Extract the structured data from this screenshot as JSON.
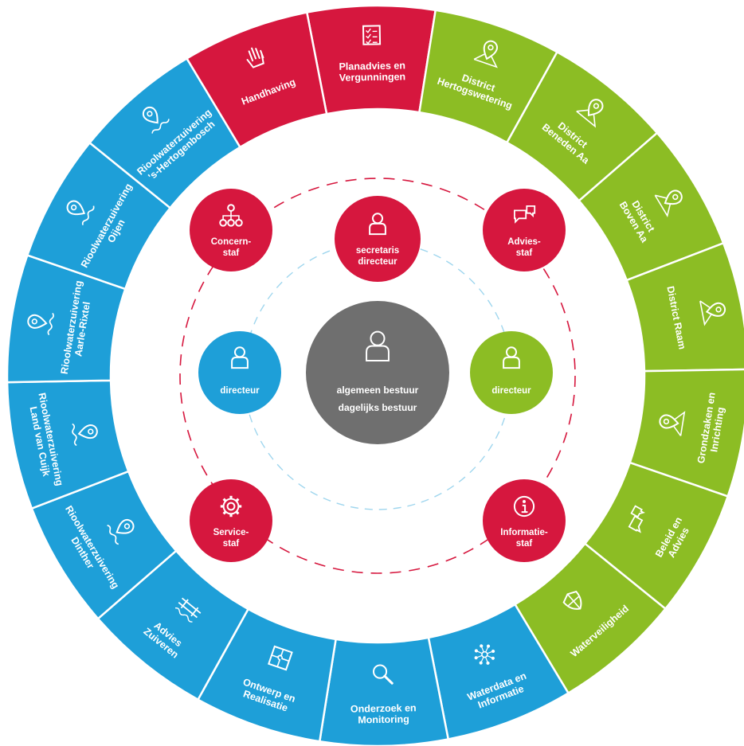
{
  "colors": {
    "red": "#d6173e",
    "blue": "#1e9fd8",
    "green": "#8cbd24",
    "grey": "#6f6f6f",
    "white": "#ffffff",
    "ring_dash_red": "#d6173e",
    "ring_dash_blue": "#9fd6ee"
  },
  "outer_ring": [
    {
      "id": "planadvies",
      "lines": [
        "Planadvies en",
        "Vergunningen"
      ],
      "color": "red",
      "icon": "checklist-icon"
    },
    {
      "id": "district-hertogswetering",
      "lines": [
        "District",
        "Hertogswetering"
      ],
      "color": "green",
      "icon": "map-pin-icon"
    },
    {
      "id": "district-beneden-aa",
      "lines": [
        "District",
        "Beneden Aa"
      ],
      "color": "green",
      "icon": "map-pin-icon"
    },
    {
      "id": "district-boven-aa",
      "lines": [
        "District",
        "Boven Aa"
      ],
      "color": "green",
      "icon": "map-pin-icon"
    },
    {
      "id": "district-raam",
      "lines": [
        "District Raam"
      ],
      "color": "green",
      "icon": "map-pin-icon"
    },
    {
      "id": "grondzaken",
      "lines": [
        "Grondzaken en",
        "Inrichting"
      ],
      "color": "green",
      "icon": "map-pin-icon"
    },
    {
      "id": "beleid",
      "lines": [
        "Beleid en",
        "Advies"
      ],
      "color": "green",
      "icon": "speech-bubbles-icon"
    },
    {
      "id": "waterveiligheid",
      "lines": [
        "Waterveiligheid"
      ],
      "color": "green",
      "icon": "shield-icon"
    },
    {
      "id": "waterdata",
      "lines": [
        "Waterdata en",
        "Informatie"
      ],
      "color": "blue",
      "icon": "network-icon"
    },
    {
      "id": "onderzoek",
      "lines": [
        "Onderzoek en",
        "Monitoring"
      ],
      "color": "blue",
      "icon": "magnifier-icon"
    },
    {
      "id": "ontwerp",
      "lines": [
        "Ontwerp en",
        "Realisatie"
      ],
      "color": "blue",
      "icon": "puzzle-icon"
    },
    {
      "id": "advies-zuiveren",
      "lines": [
        "Advies",
        "Zuiveren"
      ],
      "color": "blue",
      "icon": "pipe-icon"
    },
    {
      "id": "rwzi-dinther",
      "lines": [
        "Rioolwaterzuivering",
        "Dinther"
      ],
      "color": "blue",
      "icon": "water-pin-icon"
    },
    {
      "id": "rwzi-land-van-cuijk",
      "lines": [
        "Rioolwaterzuivering",
        "Land van Cuijk"
      ],
      "color": "blue",
      "icon": "water-pin-icon"
    },
    {
      "id": "rwzi-aarle-rixtel",
      "lines": [
        "Rioolwaterzuivering",
        "Aarle-Rixtel"
      ],
      "color": "blue",
      "icon": "water-pin-icon"
    },
    {
      "id": "rwzi-oijen",
      "lines": [
        "Rioolwaterzuivering",
        "Oijen"
      ],
      "color": "blue",
      "icon": "water-pin-icon"
    },
    {
      "id": "rwzi-s-hertogenbosch",
      "lines": [
        "Rioolwaterzuivering",
        "'s-Hertogenbosch"
      ],
      "color": "blue",
      "icon": "water-pin-icon"
    },
    {
      "id": "handhaving",
      "lines": [
        "Handhaving"
      ],
      "color": "red",
      "icon": "hand-icon"
    }
  ],
  "nodes": {
    "concernstaf": {
      "lines": [
        "Concern-",
        "staf"
      ],
      "icon": "org-chart-icon",
      "color": "red"
    },
    "secretaris": {
      "lines": [
        "secretaris",
        "directeur"
      ],
      "icon": "person-icon",
      "color": "red"
    },
    "adviesstaf": {
      "lines": [
        "Advies-",
        "staf"
      ],
      "icon": "speech-bubbles-icon",
      "color": "red"
    },
    "directeur_left": {
      "lines": [
        "directeur"
      ],
      "icon": "person-icon",
      "color": "blue"
    },
    "directeur_right": {
      "lines": [
        "directeur"
      ],
      "icon": "person-icon",
      "color": "green"
    },
    "servicestaf": {
      "lines": [
        "Service-",
        "staf"
      ],
      "icon": "gear-icon",
      "color": "red"
    },
    "informatiestaf": {
      "lines": [
        "Informatie-",
        "staf"
      ],
      "icon": "info-icon",
      "color": "red"
    }
  },
  "core": {
    "lines": [
      "algemeen bestuur",
      "dagelijks bestuur"
    ],
    "icon": "person-icon",
    "color": "grey"
  }
}
